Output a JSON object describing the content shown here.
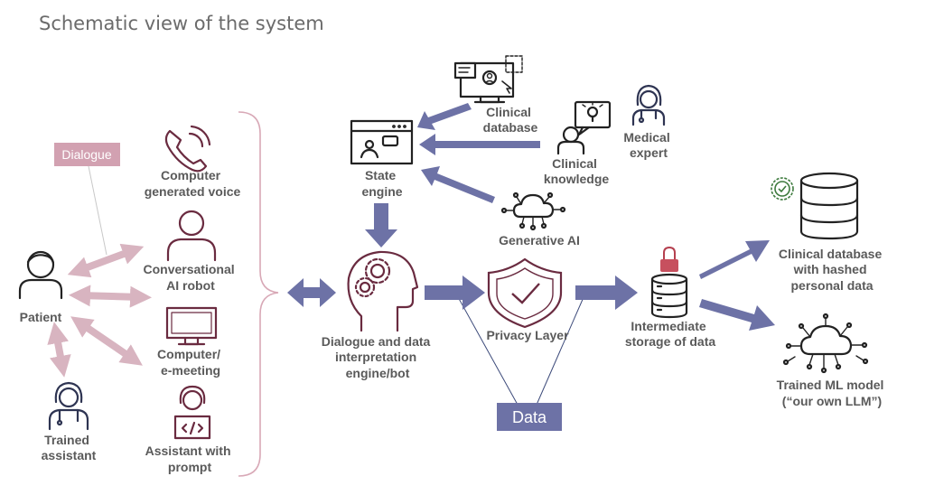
{
  "title": "Schematic view of the system",
  "tags": {
    "dialogue": "Dialogue",
    "data": "Data"
  },
  "colors": {
    "pink_arrow": "#d8b4c0",
    "blue_arrow": "#6d72a6",
    "dialogue_tag": "#d2a1b1",
    "data_tag": "#6d72a6",
    "bracket": "#d8a8b6",
    "text": "#5a5a5a"
  },
  "nodes": {
    "patient": "Patient",
    "trained_assistant": [
      "Trained",
      "assistant"
    ],
    "computer_voice": [
      "Computer",
      "generated voice"
    ],
    "conversational_ai": [
      "Conversational",
      "AI robot"
    ],
    "computer_meeting": [
      "Computer/",
      "e-meeting"
    ],
    "assistant_prompt": [
      "Assistant with",
      "prompt"
    ],
    "dialogue_engine": [
      "Dialogue and data",
      "interpretation",
      "engine/bot"
    ],
    "state_engine": [
      "State",
      "engine"
    ],
    "clinical_database": [
      "Clinical",
      "database"
    ],
    "clinical_knowledge": [
      "Clinical",
      "knowledge"
    ],
    "medical_expert": [
      "Medical",
      "expert"
    ],
    "generative_ai": "Generative AI",
    "privacy_layer": "Privacy Layer",
    "intermediate_storage": [
      "Intermediate",
      "storage of data"
    ],
    "clinical_db_hashed": [
      "Clinical database",
      "with hashed",
      "personal data"
    ],
    "trained_ml": [
      "Trained ML model",
      "(“our own LLM”)"
    ]
  }
}
